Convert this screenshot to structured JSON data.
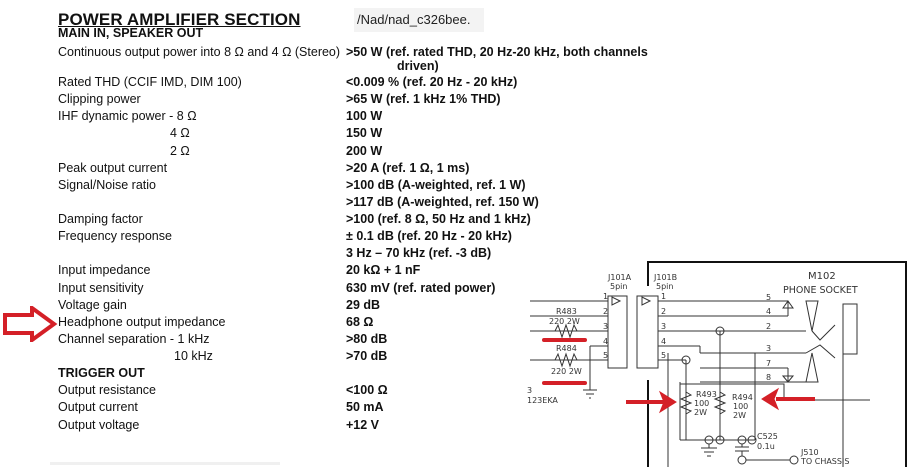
{
  "doc": {
    "title": "POWER AMPLIFIER SECTION",
    "url_fragment": "/Nad/nad_c326bee.",
    "sections": [
      {
        "heading": "MAIN IN, SPEAKER OUT",
        "rows": [
          {
            "label": "Continuous output power into 8 Ω and 4 Ω (Stereo)",
            "value": ">50 W (ref. rated THD, 20 Hz-20 kHz, both channels",
            "value_cont": "driven)"
          },
          {
            "label": "Rated THD (CCIF IMD, DIM 100)",
            "value": "<0.009 % (ref. 20 Hz - 20 kHz)"
          },
          {
            "label": "Clipping power",
            "value": ">65 W (ref. 1 kHz 1% THD)"
          },
          {
            "label": "IHF dynamic power - 8 Ω",
            "value": "100 W"
          },
          {
            "label": "4 Ω",
            "value": "150 W"
          },
          {
            "label": "2 Ω",
            "value": "200 W"
          },
          {
            "label": "Peak output current",
            "value": ">20 A (ref. 1 Ω, 1 ms)"
          },
          {
            "label": "Signal/Noise ratio",
            "value": ">100 dB (A-weighted, ref. 1 W)"
          },
          {
            "label": "",
            "value": ">117 dB (A-weighted, ref. 150 W)"
          },
          {
            "label": "Damping factor",
            "value": ">100 (ref. 8 Ω, 50 Hz and 1 kHz)"
          },
          {
            "label": "Frequency response",
            "value": "± 0.1 dB (ref. 20 Hz - 20 kHz)"
          },
          {
            "label": "",
            "value": "3 Hz – 70 kHz (ref. -3 dB)"
          },
          {
            "label": "Input impedance",
            "value": "20 kΩ + 1 nF"
          },
          {
            "label": "Input sensitivity",
            "value": "630 mV (ref. rated power)"
          },
          {
            "label": "Voltage gain",
            "value": "29 dB"
          },
          {
            "label": "Headphone output impedance",
            "value": "68 Ω"
          },
          {
            "label": "Channel separation - 1 kHz",
            "value": ">80 dB"
          },
          {
            "label": "10 kHz",
            "value": ">70 dB"
          }
        ]
      },
      {
        "heading": "TRIGGER OUT",
        "rows": [
          {
            "label": "Output resistance",
            "value": "<100 Ω"
          },
          {
            "label": "Output current",
            "value": "50 mA"
          },
          {
            "label": "Output voltage",
            "value": "+12 V"
          }
        ]
      }
    ]
  },
  "schematic": {
    "j101a": {
      "name": "J101A",
      "pins": "5pin"
    },
    "j101b": {
      "name": "J101B",
      "pins": "5pin"
    },
    "socket": {
      "name": "M102",
      "desc": "PHONE SOCKET"
    },
    "pin_numbers_a": [
      "1",
      "2",
      "3",
      "4",
      "5"
    ],
    "pin_numbers_b": [
      "1",
      "2",
      "3",
      "4",
      "5"
    ],
    "socket_pins": [
      "5",
      "4",
      "2",
      "3",
      "7",
      "8"
    ],
    "r483": {
      "name": "R483",
      "value": "220 2W"
    },
    "r484": {
      "name": "R484",
      "value": "220  2W"
    },
    "r493": {
      "name": "R493",
      "v1": "100",
      "v2": "2W"
    },
    "r494": {
      "name": "R494",
      "v1": "100",
      "v2": "2W"
    },
    "c525": {
      "name": "C525",
      "value": "0.1u"
    },
    "j510": {
      "name": "J510",
      "desc": "TO CHASSIS"
    },
    "ref": {
      "line1": "3",
      "line2": "123EKA"
    }
  },
  "colors": {
    "highlight": "#d42027",
    "text": "#111111",
    "wire": "#333333"
  }
}
